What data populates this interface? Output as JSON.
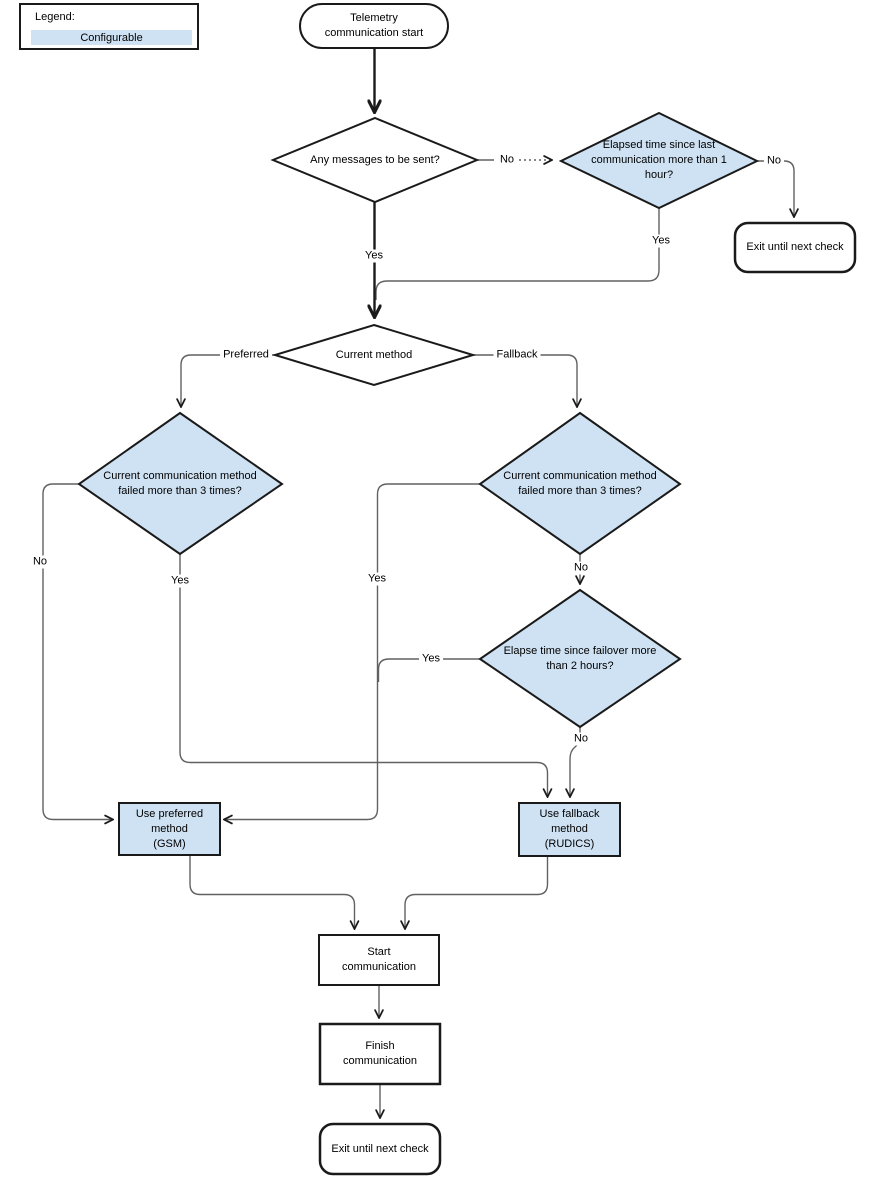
{
  "legend": {
    "title": "Legend:",
    "configurable_label": "Configurable"
  },
  "colors": {
    "configurable_fill": "#cfe2f3",
    "plain_fill": "#ffffff",
    "shape_border": "#1a1a1a",
    "connector": "#616161"
  },
  "nodes": {
    "start": {
      "label": "Telemetry\ncommunication start"
    },
    "any_messages": {
      "label": "Any messages to be sent?"
    },
    "elapsed_last_comm": {
      "label": "Elapsed time since last\ncommunication more than 1\nhour?"
    },
    "exit_top": {
      "label": "Exit until next check"
    },
    "current_method": {
      "label": "Current method"
    },
    "preferred_failed": {
      "label": "Current communication method\nfailed more than 3 times?"
    },
    "fallback_failed": {
      "label": "Current communication method\nfailed more than 3 times?"
    },
    "failover_elapsed": {
      "label": "Elapse time since failover more\nthan 2 hours?"
    },
    "use_preferred": {
      "label": "Use preferred\nmethod\n(GSM)"
    },
    "use_fallback": {
      "label": "Use fallback\nmethod\n(RUDICS)"
    },
    "start_comm": {
      "label": "Start\ncommunication"
    },
    "finish_comm": {
      "label": "Finish\ncommunication"
    },
    "exit_bottom": {
      "label": "Exit until next check"
    }
  },
  "edge_labels": {
    "no_messages": "No",
    "no_elapsed": "No",
    "yes_elapsed": "Yes",
    "yes_messages": "Yes",
    "preferred": "Preferred",
    "fallback": "Fallback",
    "no_preferred_failed": "No",
    "yes_preferred_failed": "Yes",
    "yes_fallback_failed": "Yes",
    "no_fallback_failed": "No",
    "yes_failover": "Yes",
    "no_failover": "No"
  }
}
